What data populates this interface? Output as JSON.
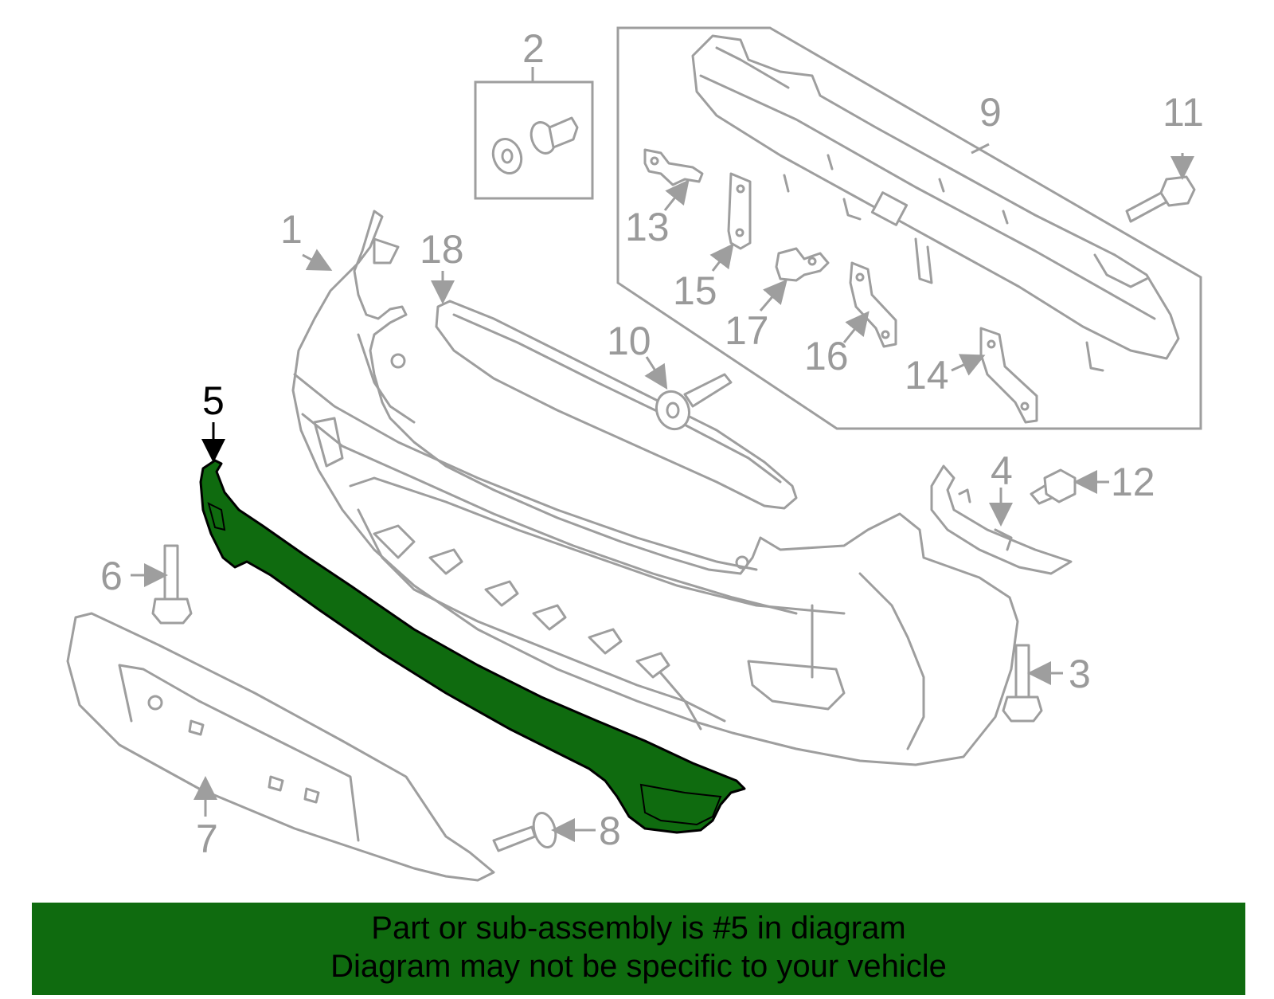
{
  "diagram": {
    "highlight_color": "#0f6b0f",
    "line_color": "#9e9e9e",
    "callouts": {
      "c1": "1",
      "c2": "2",
      "c3": "3",
      "c4": "4",
      "c5": "5",
      "c6": "6",
      "c7": "7",
      "c8": "8",
      "c9": "9",
      "c10": "10",
      "c11": "11",
      "c12": "12",
      "c13": "13",
      "c14": "14",
      "c15": "15",
      "c16": "16",
      "c17": "17",
      "c18": "18"
    }
  },
  "banner": {
    "line1": "Part or sub-assembly is #5 in diagram",
    "line2": "Diagram may not be specific to your vehicle",
    "background": "#0f6b0f"
  }
}
